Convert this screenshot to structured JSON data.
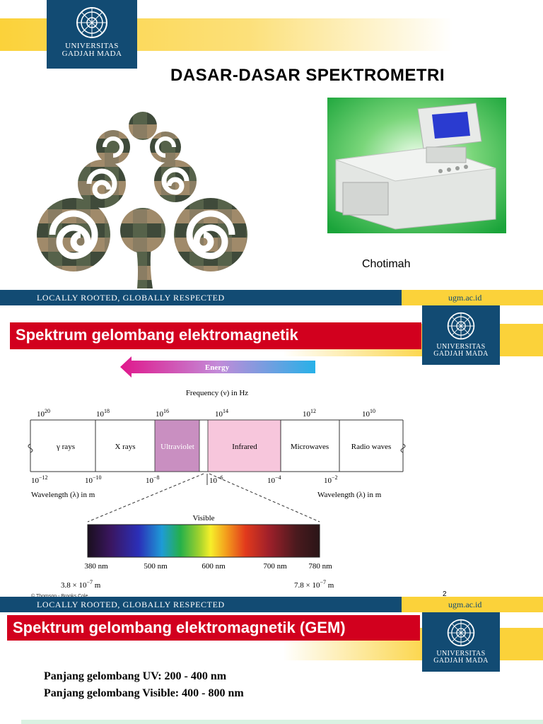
{
  "university": {
    "line1": "UNIVERSITAS",
    "line2": "GADJAH MADA"
  },
  "footer": {
    "tagline": "LOCALLY ROOTED, GLOBALLY RESPECTED",
    "url": "ugm.ac.id"
  },
  "slide1": {
    "title": "DASAR-DASAR SPEKTROMETRI",
    "author": "Chotimah"
  },
  "slide2": {
    "title": "Spektrum gelombang elektromagnetik",
    "page_number": "2",
    "energy_label": "Energy",
    "frequency_label": "Frequency (ν) in Hz",
    "frequency_ticks": [
      {
        "base": "10",
        "exp": "20"
      },
      {
        "base": "10",
        "exp": "18"
      },
      {
        "base": "10",
        "exp": "16"
      },
      {
        "base": "10",
        "exp": "14"
      },
      {
        "base": "10",
        "exp": "12"
      },
      {
        "base": "10",
        "exp": "10"
      }
    ],
    "wavelength_ticks": [
      {
        "base": "10",
        "exp": "−12"
      },
      {
        "base": "10",
        "exp": "−10"
      },
      {
        "base": "10",
        "exp": "−8"
      },
      {
        "base": "10",
        "exp": "−6"
      },
      {
        "base": "10",
        "exp": "−4"
      },
      {
        "base": "10",
        "exp": "−2"
      }
    ],
    "regions": [
      "γ rays",
      "X rays",
      "Ultraviolet",
      "Infrared",
      "Microwaves",
      "Radio waves"
    ],
    "wavelength_label": "Wavelength (λ) in m",
    "visible_label": "Visible",
    "visible_ticks": [
      "380 nm",
      "500 nm",
      "600 nm",
      "700 nm",
      "780 nm"
    ],
    "visible_min": {
      "mant": "3.8 × 10",
      "exp": "−7",
      "unit": " m"
    },
    "visible_max": {
      "mant": "7.8 × 10",
      "exp": "−7",
      "unit": " m"
    },
    "copyright": "© Thomson - Brooks Cole"
  },
  "slide3": {
    "title": "Spektrum gelombang elektromagnetik  (GEM)",
    "lines": [
      "Panjang gelombang UV: 200 - 400 nm",
      "Panjang gelombang Visible: 400 - 800 nm"
    ]
  }
}
